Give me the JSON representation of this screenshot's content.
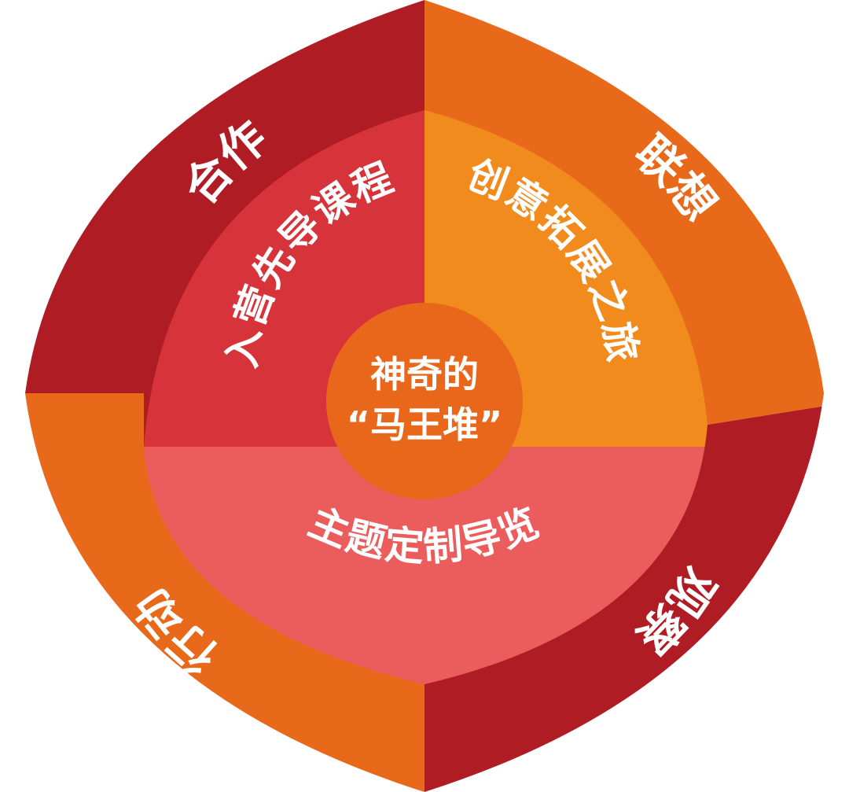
{
  "center": {
    "line1": "神奇的",
    "line2": "“马王堆”",
    "color": "#E8671B"
  },
  "outer_segments": [
    {
      "label": "合作",
      "color": "#B01C24"
    },
    {
      "label": "联想",
      "color": "#E9691B"
    },
    {
      "label": "观察",
      "color": "#B01C24"
    },
    {
      "label": "行动",
      "color": "#E9691B"
    }
  ],
  "inner_segments": [
    {
      "label": "入营先导课程",
      "color": "#D6333A"
    },
    {
      "label": "创意拓展之旅",
      "color": "#F18B1E"
    },
    {
      "label": "主题定制导览",
      "color": "#EB5D5C"
    }
  ]
}
